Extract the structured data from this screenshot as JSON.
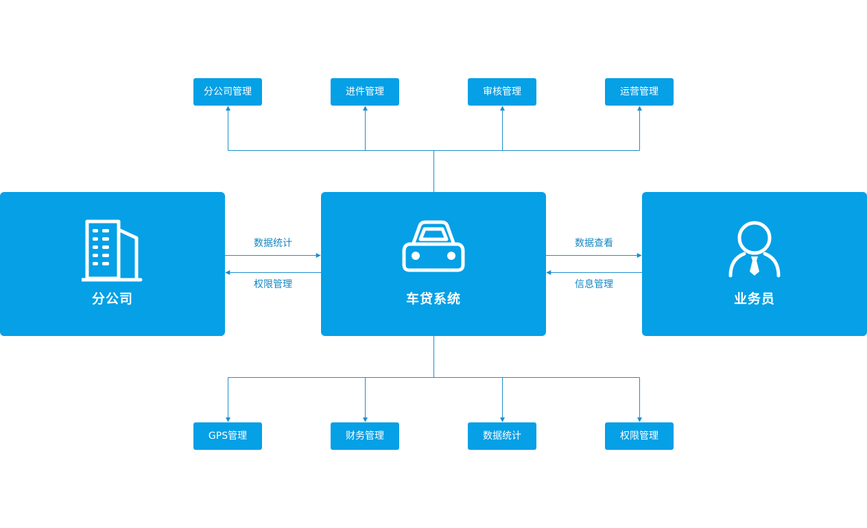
{
  "colors": {
    "box": "#05a0e6",
    "line": "#1a8fce",
    "label": "#1487c4"
  },
  "center": {
    "label": "车贷系统",
    "icon": "car-icon"
  },
  "left": {
    "label": "分公司",
    "icon": "office-building-icon"
  },
  "right": {
    "label": "业务员",
    "icon": "salesperson-icon"
  },
  "links": {
    "left_to_center": "数据统计",
    "center_to_left": "权限管理",
    "center_to_right": "数据查看",
    "right_to_center": "信息管理"
  },
  "top_modules": [
    "分公司管理",
    "进件管理",
    "审核管理",
    "运营管理"
  ],
  "bottom_modules": [
    "GPS管理",
    "财务管理",
    "数据统计",
    "权限管理"
  ]
}
